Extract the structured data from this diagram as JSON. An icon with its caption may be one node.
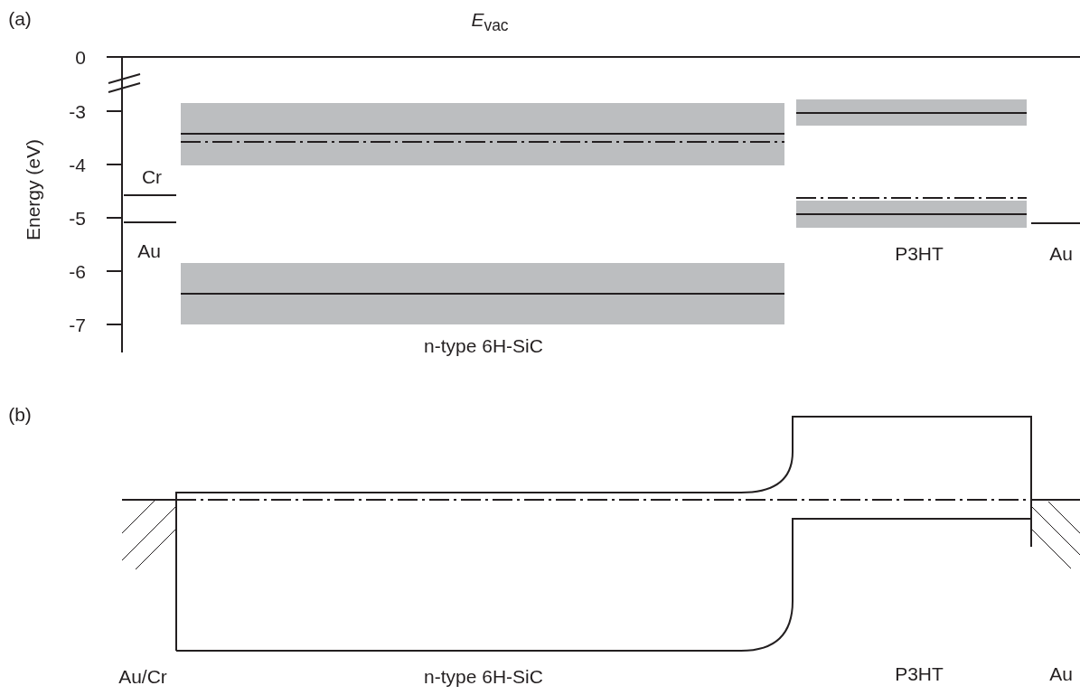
{
  "diagram": {
    "labels": [
      "(a)",
      "*E*$_{vac}$",
      "0",
      "-3",
      "-4",
      "-5",
      "-6",
      "-7",
      "Energy (eV)",
      "Cr",
      "Au",
      "n-type 6H-SiC",
      "P3HT",
      "Au",
      "(b)",
      "Au/Cr",
      "n-type 6H-SiC",
      "P3HT",
      "Au"
    ]
  }
}
